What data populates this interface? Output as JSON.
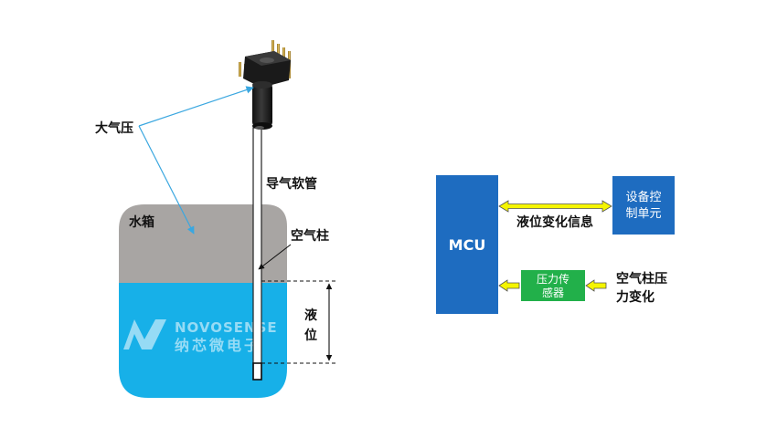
{
  "labels": {
    "atmospheric_pressure": "大气压",
    "air_tube": "导气软管",
    "air_column": "空气柱",
    "water_tank": "水箱",
    "liquid_level_line1": "液",
    "liquid_level_line2": "位",
    "mcu": "MCU",
    "level_change_info": "液位变化信息",
    "device_control_line1": "设备控",
    "device_control_line2": "制单元",
    "pressure_sensor_line1": "压力传",
    "pressure_sensor_line2": "感器",
    "air_column_pressure_line1": "空气柱压",
    "air_column_pressure_line2": "力变化"
  },
  "watermark": {
    "brand_en": "NOVOSENSE",
    "brand_cn": "纳芯微电子"
  },
  "colors": {
    "tank_gray": "#a8a5a3",
    "water_blue": "#17b0e8",
    "mcu_blue": "#1e6cc0",
    "control_blue": "#1e6cc0",
    "sensor_green": "#22b04a",
    "arrow_yellow": "#f5f500",
    "pointer_cyan": "#3aa7e0"
  }
}
